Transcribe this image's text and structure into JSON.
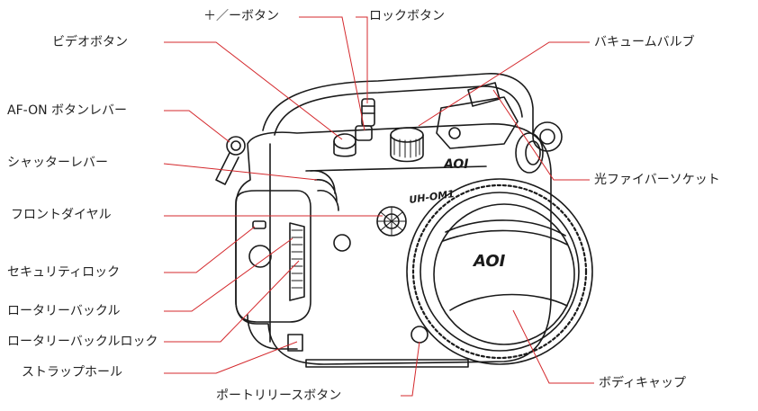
{
  "colors": {
    "leader": "#d4282c",
    "outline": "#1a1a1a",
    "text": "#222222"
  },
  "labels": {
    "plus_minus": "＋／ーボタン",
    "lock": "ロックボタン",
    "video": "ビデオボタン",
    "vacuum": "バキュームバルブ",
    "afon": "AF-ON ボタンレバー",
    "shutter": "シャッターレバー",
    "fiber": "光ファイバーソケット",
    "front_dial": "フロントダイヤル",
    "security": "セキュリティロック",
    "rotary": "ロータリーバックル",
    "rotary_lock": "ロータリーバックルロック",
    "strap": "ストラップホール",
    "body_cap": "ボディキャップ",
    "port_release": "ポートリリースボタン"
  },
  "housing": {
    "model_text": "UH-OM1",
    "logo_text": "AOI"
  }
}
